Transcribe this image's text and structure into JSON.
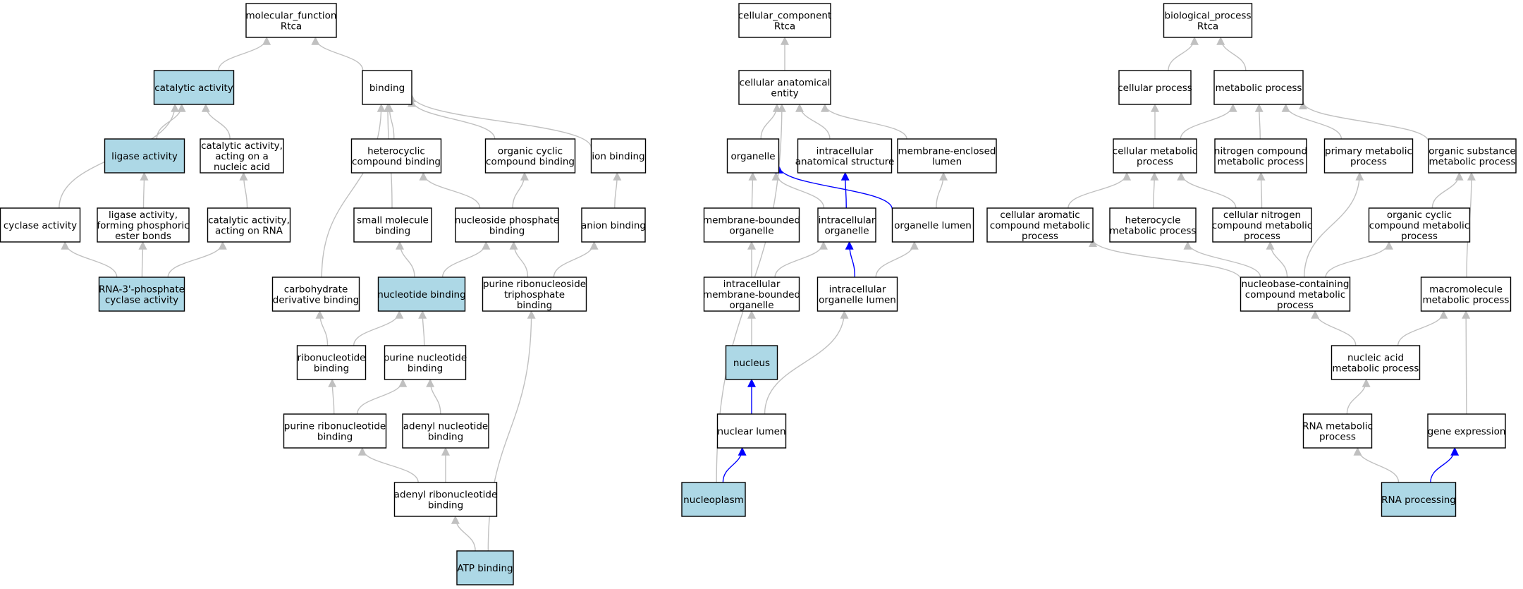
{
  "colors": {
    "highlight_fill": "#add8e6",
    "default_fill": "#ffffff",
    "gray_edge": "#c0c0c0",
    "blue_edge": "#0000ff"
  },
  "nodes": [
    {
      "id": "mf",
      "lines": [
        "molecular_function",
        "Rtca"
      ],
      "highlight": false
    },
    {
      "id": "catalytic",
      "lines": [
        "catalytic activity"
      ],
      "highlight": true
    },
    {
      "id": "binding",
      "lines": [
        "binding"
      ],
      "highlight": false
    },
    {
      "id": "ligase",
      "lines": [
        "ligase activity"
      ],
      "highlight": true
    },
    {
      "id": "cat_na",
      "lines": [
        "catalytic activity,",
        "acting on a",
        "nucleic acid"
      ],
      "highlight": false
    },
    {
      "id": "hetero_bind",
      "lines": [
        "heterocyclic",
        "compound binding"
      ],
      "highlight": false
    },
    {
      "id": "org_cyc_bind",
      "lines": [
        "organic cyclic",
        "compound binding"
      ],
      "highlight": false
    },
    {
      "id": "ion_bind",
      "lines": [
        "ion binding"
      ],
      "highlight": false
    },
    {
      "id": "cyclase",
      "lines": [
        "cyclase activity"
      ],
      "highlight": false
    },
    {
      "id": "ligase_pe",
      "lines": [
        "ligase activity,",
        "forming phosphoric",
        "ester bonds"
      ],
      "highlight": false
    },
    {
      "id": "cat_rna",
      "lines": [
        "catalytic activity,",
        "acting on RNA"
      ],
      "highlight": false
    },
    {
      "id": "small_mol",
      "lines": [
        "small molecule",
        "binding"
      ],
      "highlight": false
    },
    {
      "id": "nucleoside_p",
      "lines": [
        "nucleoside phosphate",
        "binding"
      ],
      "highlight": false
    },
    {
      "id": "anion_bind",
      "lines": [
        "anion binding"
      ],
      "highlight": false
    },
    {
      "id": "rna3p",
      "lines": [
        "RNA-3'-phosphate",
        "cyclase activity"
      ],
      "highlight": true
    },
    {
      "id": "carb_deriv",
      "lines": [
        "carbohydrate",
        "derivative binding"
      ],
      "highlight": false
    },
    {
      "id": "nucleotide_bind",
      "lines": [
        "nucleotide binding"
      ],
      "highlight": true
    },
    {
      "id": "purine_rntp",
      "lines": [
        "purine ribonucleoside",
        "triphosphate",
        "binding"
      ],
      "highlight": false
    },
    {
      "id": "ribonuc",
      "lines": [
        "ribonucleotide",
        "binding"
      ],
      "highlight": false
    },
    {
      "id": "purine_nuc",
      "lines": [
        "purine nucleotide",
        "binding"
      ],
      "highlight": false
    },
    {
      "id": "purine_ribo",
      "lines": [
        "purine ribonucleotide",
        "binding"
      ],
      "highlight": false
    },
    {
      "id": "adenyl_nuc",
      "lines": [
        "adenyl nucleotide",
        "binding"
      ],
      "highlight": false
    },
    {
      "id": "adenyl_ribo",
      "lines": [
        "adenyl ribonucleotide",
        "binding"
      ],
      "highlight": false
    },
    {
      "id": "atp",
      "lines": [
        "ATP binding"
      ],
      "highlight": true
    },
    {
      "id": "cc",
      "lines": [
        "cellular_component",
        "Rtca"
      ],
      "highlight": false
    },
    {
      "id": "cae",
      "lines": [
        "cellular anatomical",
        "entity"
      ],
      "highlight": false
    },
    {
      "id": "organelle",
      "lines": [
        "organelle"
      ],
      "highlight": false
    },
    {
      "id": "ias",
      "lines": [
        "intracellular",
        "anatomical structure"
      ],
      "highlight": false
    },
    {
      "id": "mel",
      "lines": [
        "membrane-enclosed",
        "lumen"
      ],
      "highlight": false
    },
    {
      "id": "mbo",
      "lines": [
        "membrane-bounded",
        "organelle"
      ],
      "highlight": false
    },
    {
      "id": "io",
      "lines": [
        "intracellular",
        "organelle"
      ],
      "highlight": false
    },
    {
      "id": "ol",
      "lines": [
        "organelle lumen"
      ],
      "highlight": false
    },
    {
      "id": "imbo",
      "lines": [
        "intracellular",
        "membrane-bounded",
        "organelle"
      ],
      "highlight": false
    },
    {
      "id": "iol",
      "lines": [
        "intracellular",
        "organelle lumen"
      ],
      "highlight": false
    },
    {
      "id": "nucleus",
      "lines": [
        "nucleus"
      ],
      "highlight": true
    },
    {
      "id": "nl",
      "lines": [
        "nuclear lumen"
      ],
      "highlight": false
    },
    {
      "id": "nucleoplasm",
      "lines": [
        "nucleoplasm"
      ],
      "highlight": true
    },
    {
      "id": "bp",
      "lines": [
        "biological_process",
        "Rtca"
      ],
      "highlight": false
    },
    {
      "id": "cp",
      "lines": [
        "cellular process"
      ],
      "highlight": false
    },
    {
      "id": "mp",
      "lines": [
        "metabolic process"
      ],
      "highlight": false
    },
    {
      "id": "cmp",
      "lines": [
        "cellular metabolic",
        "process"
      ],
      "highlight": false
    },
    {
      "id": "ncmp",
      "lines": [
        "nitrogen compound",
        "metabolic process"
      ],
      "highlight": false
    },
    {
      "id": "pmp",
      "lines": [
        "primary metabolic",
        "process"
      ],
      "highlight": false
    },
    {
      "id": "osmp",
      "lines": [
        "organic substance",
        "metabolic process"
      ],
      "highlight": false
    },
    {
      "id": "cacmp",
      "lines": [
        "cellular aromatic",
        "compound metabolic",
        "process"
      ],
      "highlight": false
    },
    {
      "id": "hmp",
      "lines": [
        "heterocycle",
        "metabolic process"
      ],
      "highlight": false
    },
    {
      "id": "cncmp",
      "lines": [
        "cellular nitrogen",
        "compound metabolic",
        "process"
      ],
      "highlight": false
    },
    {
      "id": "occmp",
      "lines": [
        "organic cyclic",
        "compound metabolic",
        "process"
      ],
      "highlight": false
    },
    {
      "id": "nbccmp",
      "lines": [
        "nucleobase-containing",
        "compound metabolic",
        "process"
      ],
      "highlight": false
    },
    {
      "id": "macro",
      "lines": [
        "macromolecule",
        "metabolic process"
      ],
      "highlight": false
    },
    {
      "id": "namp",
      "lines": [
        "nucleic acid",
        "metabolic process"
      ],
      "highlight": false
    },
    {
      "id": "rnamp",
      "lines": [
        "RNA metabolic",
        "process"
      ],
      "highlight": false
    },
    {
      "id": "ge",
      "lines": [
        "gene expression"
      ],
      "highlight": false
    },
    {
      "id": "rnap",
      "lines": [
        "RNA processing"
      ],
      "highlight": true
    }
  ],
  "edges": [
    {
      "from": "catalytic",
      "to": "mf",
      "color": "gray"
    },
    {
      "from": "binding",
      "to": "mf",
      "color": "gray"
    },
    {
      "from": "ligase",
      "to": "catalytic",
      "color": "gray"
    },
    {
      "from": "cat_na",
      "to": "catalytic",
      "color": "gray"
    },
    {
      "from": "cyclase",
      "to": "catalytic",
      "color": "gray"
    },
    {
      "from": "ligase_pe",
      "to": "ligase",
      "color": "gray"
    },
    {
      "from": "cat_rna",
      "to": "cat_na",
      "color": "gray"
    },
    {
      "from": "rna3p",
      "to": "cyclase",
      "color": "gray"
    },
    {
      "from": "rna3p",
      "to": "ligase_pe",
      "color": "gray"
    },
    {
      "from": "rna3p",
      "to": "cat_rna",
      "color": "gray"
    },
    {
      "from": "hetero_bind",
      "to": "binding",
      "color": "gray"
    },
    {
      "from": "org_cyc_bind",
      "to": "binding",
      "color": "gray"
    },
    {
      "from": "ion_bind",
      "to": "binding",
      "color": "gray"
    },
    {
      "from": "small_mol",
      "to": "binding",
      "color": "gray"
    },
    {
      "from": "carb_deriv",
      "to": "binding",
      "color": "gray"
    },
    {
      "from": "nucleoside_p",
      "to": "hetero_bind",
      "color": "gray"
    },
    {
      "from": "nucleoside_p",
      "to": "org_cyc_bind",
      "color": "gray"
    },
    {
      "from": "anion_bind",
      "to": "ion_bind",
      "color": "gray"
    },
    {
      "from": "nucleotide_bind",
      "to": "small_mol",
      "color": "gray"
    },
    {
      "from": "nucleotide_bind",
      "to": "nucleoside_p",
      "color": "gray"
    },
    {
      "from": "purine_rntp",
      "to": "nucleoside_p",
      "color": "gray"
    },
    {
      "from": "purine_rntp",
      "to": "anion_bind",
      "color": "gray"
    },
    {
      "from": "ribonuc",
      "to": "carb_deriv",
      "color": "gray"
    },
    {
      "from": "ribonuc",
      "to": "nucleotide_bind",
      "color": "gray"
    },
    {
      "from": "purine_nuc",
      "to": "nucleotide_bind",
      "color": "gray"
    },
    {
      "from": "purine_ribo",
      "to": "ribonuc",
      "color": "gray"
    },
    {
      "from": "purine_ribo",
      "to": "purine_nuc",
      "color": "gray"
    },
    {
      "from": "adenyl_nuc",
      "to": "purine_nuc",
      "color": "gray"
    },
    {
      "from": "adenyl_ribo",
      "to": "purine_ribo",
      "color": "gray"
    },
    {
      "from": "adenyl_ribo",
      "to": "adenyl_nuc",
      "color": "gray"
    },
    {
      "from": "atp",
      "to": "adenyl_ribo",
      "color": "gray"
    },
    {
      "from": "atp",
      "to": "purine_rntp",
      "color": "gray"
    },
    {
      "from": "cae",
      "to": "cc",
      "color": "gray"
    },
    {
      "from": "organelle",
      "to": "cae",
      "color": "gray"
    },
    {
      "from": "ias",
      "to": "cae",
      "color": "gray"
    },
    {
      "from": "mel",
      "to": "cae",
      "color": "gray"
    },
    {
      "from": "mbo",
      "to": "organelle",
      "color": "gray"
    },
    {
      "from": "io",
      "to": "organelle",
      "color": "gray"
    },
    {
      "from": "io",
      "to": "ias",
      "color": "blue"
    },
    {
      "from": "ol",
      "to": "organelle",
      "color": "blue"
    },
    {
      "from": "ol",
      "to": "mel",
      "color": "gray"
    },
    {
      "from": "imbo",
      "to": "mbo",
      "color": "gray"
    },
    {
      "from": "imbo",
      "to": "io",
      "color": "gray"
    },
    {
      "from": "iol",
      "to": "io",
      "color": "blue"
    },
    {
      "from": "iol",
      "to": "ol",
      "color": "gray"
    },
    {
      "from": "nucleus",
      "to": "imbo",
      "color": "gray"
    },
    {
      "from": "nl",
      "to": "nucleus",
      "color": "blue"
    },
    {
      "from": "nl",
      "to": "iol",
      "color": "gray"
    },
    {
      "from": "nucleoplasm",
      "to": "nl",
      "color": "blue"
    },
    {
      "from": "nucleoplasm",
      "to": "cae",
      "color": "gray"
    },
    {
      "from": "cp",
      "to": "bp",
      "color": "gray"
    },
    {
      "from": "mp",
      "to": "bp",
      "color": "gray"
    },
    {
      "from": "cmp",
      "to": "cp",
      "color": "gray"
    },
    {
      "from": "cmp",
      "to": "mp",
      "color": "gray"
    },
    {
      "from": "ncmp",
      "to": "mp",
      "color": "gray"
    },
    {
      "from": "pmp",
      "to": "mp",
      "color": "gray"
    },
    {
      "from": "osmp",
      "to": "mp",
      "color": "gray"
    },
    {
      "from": "cacmp",
      "to": "cmp",
      "color": "gray"
    },
    {
      "from": "hmp",
      "to": "cmp",
      "color": "gray"
    },
    {
      "from": "cncmp",
      "to": "cmp",
      "color": "gray"
    },
    {
      "from": "cncmp",
      "to": "ncmp",
      "color": "gray"
    },
    {
      "from": "occmp",
      "to": "osmp",
      "color": "gray"
    },
    {
      "from": "macro",
      "to": "osmp",
      "color": "gray"
    },
    {
      "from": "nbccmp",
      "to": "cacmp",
      "color": "gray"
    },
    {
      "from": "nbccmp",
      "to": "hmp",
      "color": "gray"
    },
    {
      "from": "nbccmp",
      "to": "cncmp",
      "color": "gray"
    },
    {
      "from": "nbccmp",
      "to": "pmp",
      "color": "gray"
    },
    {
      "from": "nbccmp",
      "to": "occmp",
      "color": "gray"
    },
    {
      "from": "namp",
      "to": "nbccmp",
      "color": "gray"
    },
    {
      "from": "namp",
      "to": "macro",
      "color": "gray"
    },
    {
      "from": "rnamp",
      "to": "namp",
      "color": "gray"
    },
    {
      "from": "ge",
      "to": "macro",
      "color": "gray"
    },
    {
      "from": "rnap",
      "to": "rnamp",
      "color": "gray"
    },
    {
      "from": "rnap",
      "to": "ge",
      "color": "blue"
    }
  ]
}
